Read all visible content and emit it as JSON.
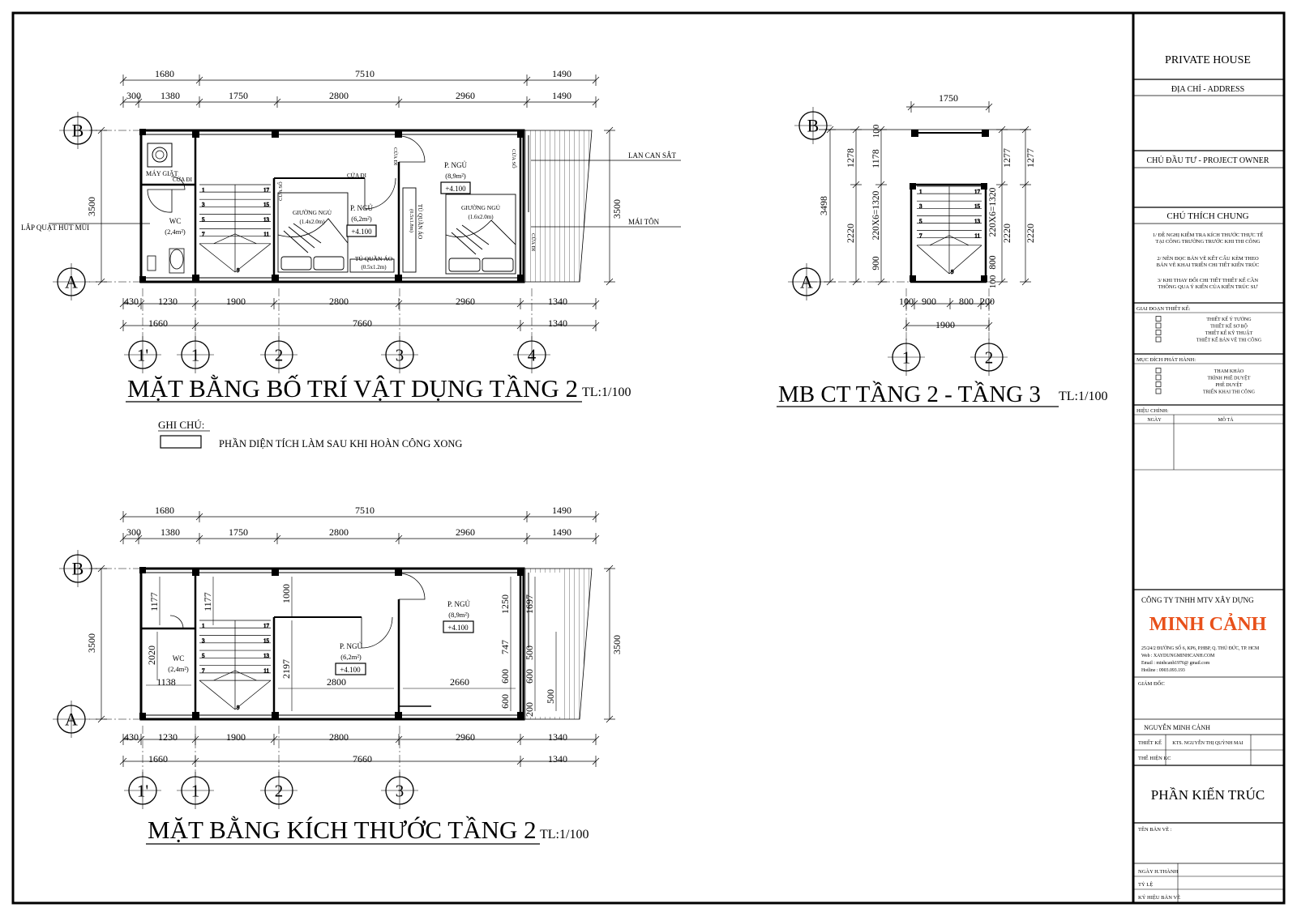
{
  "title_block": {
    "project": "PRIVATE HOUSE",
    "address_label": "ĐỊA CHỈ - ADDRESS",
    "owner_label": "CHỦ ĐẦU TƯ - PROJECT OWNER",
    "notes_title": "CHÚ THÍCH CHUNG",
    "notes": [
      "1/ ĐỀ NGHỊ KIỂM TRA KÍCH THƯỚC THỰC TẾ",
      "TẠI CÔNG TRƯỜNG TRƯỚC KHI THI CÔNG",
      "2/ NÊN ĐỌC BẢN VẼ KẾT CẤU KÈM THEO",
      "BẢN VẼ KHAI TRIỂN CHI TIẾT KIẾN TRÚC",
      "3/ KHI THAY ĐỔI CHI TIẾT THIẾT KẾ CẦN",
      "THÔNG QUA Ý KIẾN CỦA KIẾN TRÚC SƯ"
    ],
    "stage_label": "GIAI ĐOẠN THIẾT KẾ:",
    "stages": [
      "THIẾT KẾ Ý TƯỞNG",
      "THIẾT KẾ SƠ BỘ",
      "THIẾT KẾ KỸ THUẬT",
      "THIẾT KẾ BẢN VẼ THI CÔNG"
    ],
    "purpose_label": "MỤC ĐÍCH PHÁT HÀNH:",
    "purposes": [
      "THAM KHẢO",
      "TRÌNH PHÊ DUYỆT",
      "PHÊ DUYỆT",
      "TRIỂN KHAI THI CÔNG"
    ],
    "revision_label": "HIỆU CHỈNH:",
    "rev_col_date": "NGÀY",
    "rev_col_desc": "MÔ TẢ",
    "company_line": "CÔNG TY TNHH MTV XÂY DỰNG",
    "company_name": "MINH CẢNH",
    "company_address": "25/24/2 ĐƯỜNG SỐ 6, KP6, P.HBP, Q. THỦ ĐỨC, TP. HCM",
    "company_web": "Web    : XAYDUNGMINHCANH.COM",
    "company_email": "Email  : minhcanh1976@ gmail.com",
    "company_hotline": "Hotline  : 0903.093.193",
    "director_label": "GIÁM ĐỐC",
    "director_name": "NGUYỄN MINH CẢNH",
    "designer_label": "THIẾT KẾ",
    "designer_name": "KTS. NGUYỄN THỊ QUỲNH MAI",
    "drafter_label": "THỂ HIỆN KC",
    "section": "PHẦN KIẾN TRÚC",
    "drawing_name_label": "TÊN BẢN VẼ :",
    "date_label": "NGÀY H.THÀNH",
    "scale_label": "TỶ LỆ",
    "code_label": "KÝ HIỆU BẢN VẼ"
  },
  "plan1": {
    "title": "MẶT BẰNG BỐ TRÍ VẬT DỤNG TẦNG 2",
    "scale": "TL:1/100",
    "top_dims_row1": [
      "1680",
      "7510",
      "1490"
    ],
    "top_dims_row2": [
      "300",
      "1380",
      "1750",
      "2800",
      "2960",
      "1490"
    ],
    "bottom_dims_row1": [
      "430",
      "1230",
      "1900",
      "2800",
      "2960",
      "1340"
    ],
    "bottom_dims_row2": [
      "1660",
      "7660",
      "1340"
    ],
    "left_dim": "3500",
    "right_dim": "3500",
    "axes_rows": [
      "B",
      "A"
    ],
    "axes_cols": [
      "1'",
      "1",
      "2",
      "3",
      "4"
    ],
    "labels": {
      "washer": "MÁY GIẶT",
      "door_a": "CỬA ĐI",
      "door_b": "CỬA ĐI",
      "door_c": "CỬA ĐI",
      "door_d": "CỬA ĐI",
      "window_a": "CỬA SỔ",
      "window_b": "CỬA SỔ",
      "wc": "WC",
      "wc_area": "(2,4m²)",
      "room1": "P. NGỦ",
      "room1_area": "(6,2m²)",
      "room1_level": "+4.100",
      "room2": "P. NGỦ",
      "room2_area": "(8,9m²)",
      "room2_level": "+4.100",
      "bed1": "GIƯỜNG NGỦ",
      "bed1_size": "(1.4x2.0m)",
      "bed2": "GIƯỜNG NGỦ",
      "bed2_size": "(1.6x2.0m)",
      "wardrobe1": "TỦ QUẦN ÁO",
      "wardrobe1_size": "(0.5x1.2m)",
      "wardrobe2": "TỦ QUẦN ÁO",
      "wardrobe2_size": "(0.5x1.8m)",
      "fan": "LẮP QUẠT HÚT MÙI",
      "railing": "LAN CAN SẮT",
      "roof": "MÁI TÔN"
    },
    "stair_numbers": [
      "17",
      "15",
      "13",
      "11",
      "9",
      "7",
      "5",
      "3",
      "1"
    ]
  },
  "legend": {
    "title": "GHI CHÚ:",
    "item": "PHẦN DIỆN TÍCH LÀM  SAU KHI HOÀN CÔNG XONG"
  },
  "plan2": {
    "title": "MB CT TẦNG 2 - TẦNG 3",
    "scale": "TL:1/100",
    "top_dim": "1750",
    "left_dims": [
      "3498",
      "1278",
      "2220",
      "1178",
      "100",
      "220X6=1320",
      "900"
    ],
    "right_dims": [
      "1277",
      "1277",
      "2220",
      "2220",
      "220X6=1320",
      "800",
      "100"
    ],
    "bottom_dims_row1": [
      "100",
      "900",
      "800",
      "200"
    ],
    "bottom_dims_row2": [
      "1900"
    ],
    "axes_rows": [
      "B",
      "A"
    ],
    "axes_cols": [
      "1",
      "2"
    ],
    "stair_numbers": [
      "17",
      "15",
      "13",
      "11",
      "9",
      "7",
      "5",
      "3",
      "1"
    ]
  },
  "plan3": {
    "title": "MẶT BẰNG KÍCH THƯỚC TẦNG 2",
    "scale": "TL:1/100",
    "top_dims_row1": [
      "1680",
      "7510",
      "1490"
    ],
    "top_dims_row2": [
      "300",
      "1380",
      "1750",
      "2800",
      "2960",
      "1490"
    ],
    "bottom_dims_row1": [
      "430",
      "1230",
      "1900",
      "2800",
      "2960",
      "1340"
    ],
    "bottom_dims_row2": [
      "1660",
      "7660",
      "1340"
    ],
    "left_dim": "3500",
    "right_dim": "3500",
    "axes_rows": [
      "B",
      "A"
    ],
    "axes_cols": [
      "1'",
      "1",
      "2",
      "3"
    ],
    "inner_dims": [
      "1177",
      "1177",
      "1000",
      "1250",
      "1697",
      "2020",
      "1138",
      "2197",
      "2800",
      "2660",
      "747",
      "600",
      "600",
      "500",
      "600",
      "200",
      "500"
    ],
    "labels": {
      "wc": "WC",
      "wc_area": "(2,4m²)",
      "room1": "P. NGỦ",
      "room1_area": "(6,2m²)",
      "room1_level": "+4.100",
      "room2": "P. NGỦ",
      "room2_area": "(8,9m²)",
      "room2_level": "+4.100"
    },
    "stair_numbers": [
      "17",
      "15",
      "13",
      "11",
      "9",
      "7",
      "5",
      "3",
      "1"
    ]
  },
  "colors": {
    "line": "#000000",
    "brand": "#e8501a",
    "paper": "#ffffff"
  }
}
